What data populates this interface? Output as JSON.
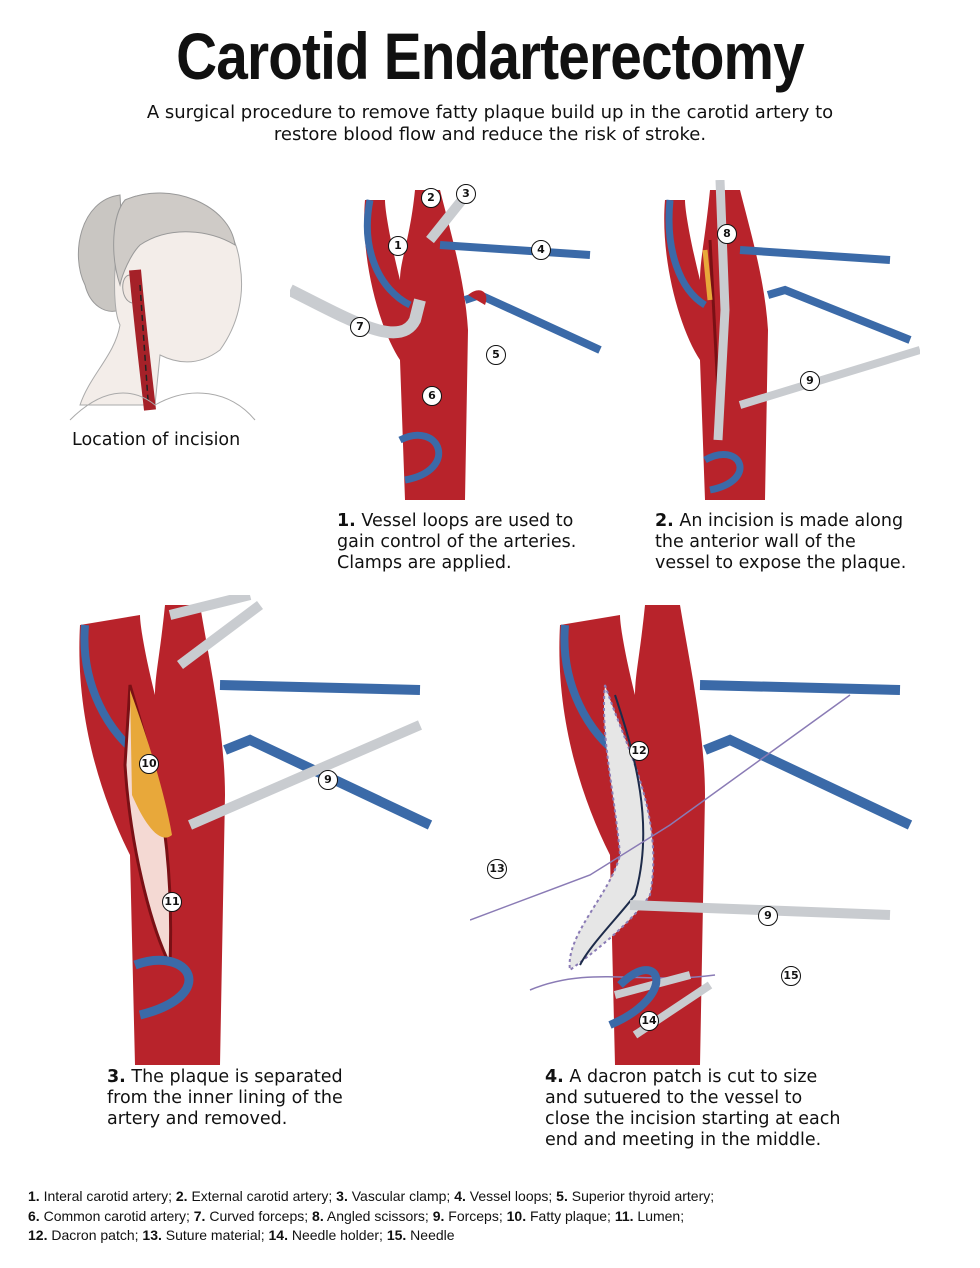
{
  "title": "Carotid Endarterectomy",
  "subtitle_line1": "A surgical procedure to remove fatty plaque build up in the carotid artery to",
  "subtitle_line2": "restore blood flow and reduce the risk of stroke.",
  "colors": {
    "artery": "#b8232b",
    "vein": "#3b6aa8",
    "instrument": "#c9ccd0",
    "plaque": "#e8a83a",
    "patch": "#e6e6e6"
  },
  "panel0": {
    "caption": "Location of incision"
  },
  "panel1": {
    "step": "1.",
    "line1": "Vessel loops are used to",
    "line2": "gain control of the arteries.",
    "line3": "Clamps are applied.",
    "callouts": [
      "1",
      "2",
      "3",
      "4",
      "5",
      "6",
      "7"
    ]
  },
  "panel2": {
    "step": "2.",
    "line1": "An incision is made along",
    "line2": "the anterior wall of the",
    "line3": "vessel to expose the plaque.",
    "callouts": [
      "8",
      "9"
    ]
  },
  "panel3": {
    "step": "3.",
    "line1": "The plaque is separated",
    "line2": "from the inner lining of the",
    "line3": "artery and removed.",
    "callouts": [
      "10",
      "9",
      "11"
    ]
  },
  "panel4": {
    "step": "4.",
    "line1": "A dacron patch is cut to size",
    "line2": "and sutuered to the vessel to",
    "line3": "close the incision starting at each",
    "line4": "end and meeting in the middle.",
    "callouts": [
      "12",
      "13",
      "9",
      "15",
      "14"
    ]
  },
  "legend": {
    "items": [
      {
        "num": "1.",
        "label": "Interal carotid artery;"
      },
      {
        "num": "2.",
        "label": "External carotid artery;"
      },
      {
        "num": "3.",
        "label": "Vascular clamp;"
      },
      {
        "num": "4.",
        "label": "Vessel loops;"
      },
      {
        "num": "5.",
        "label": "Superior thyroid artery;"
      },
      {
        "num": "6.",
        "label": "Common carotid artery;"
      },
      {
        "num": "7.",
        "label": "Curved forceps;"
      },
      {
        "num": "8.",
        "label": "Angled scissors;"
      },
      {
        "num": "9.",
        "label": "Forceps;"
      },
      {
        "num": "10.",
        "label": "Fatty plaque;"
      },
      {
        "num": "11.",
        "label": "Lumen;"
      },
      {
        "num": "12.",
        "label": "Dacron patch;"
      },
      {
        "num": "13.",
        "label": "Suture material;"
      },
      {
        "num": "14.",
        "label": "Needle holder;"
      },
      {
        "num": "15.",
        "label": "Needle"
      }
    ]
  }
}
